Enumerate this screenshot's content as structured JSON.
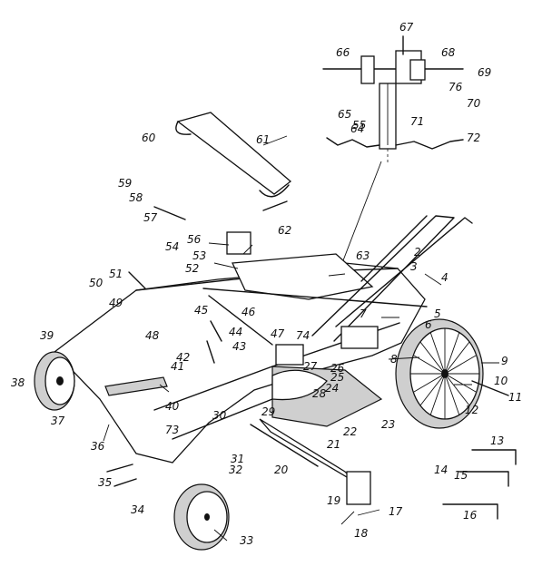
{
  "diagram": {
    "callouts": [
      "2",
      "3",
      "4",
      "5",
      "6",
      "7",
      "8",
      "9",
      "10",
      "11",
      "12",
      "13",
      "14",
      "15",
      "16",
      "17",
      "18",
      "19",
      "20",
      "21",
      "22",
      "23",
      "24",
      "25",
      "26",
      "27",
      "28",
      "29",
      "30",
      "31",
      "32",
      "33",
      "34",
      "35",
      "36",
      "37",
      "38",
      "39",
      "40",
      "41",
      "42",
      "43",
      "44",
      "45",
      "46",
      "47",
      "48",
      "49",
      "50",
      "51",
      "52",
      "53",
      "54",
      "55",
      "56",
      "57",
      "58",
      "59",
      "60",
      "61",
      "62",
      "63",
      "64",
      "65",
      "66",
      "67",
      "68",
      "69",
      "70",
      "71",
      "72",
      "73",
      "74",
      "76"
    ]
  }
}
